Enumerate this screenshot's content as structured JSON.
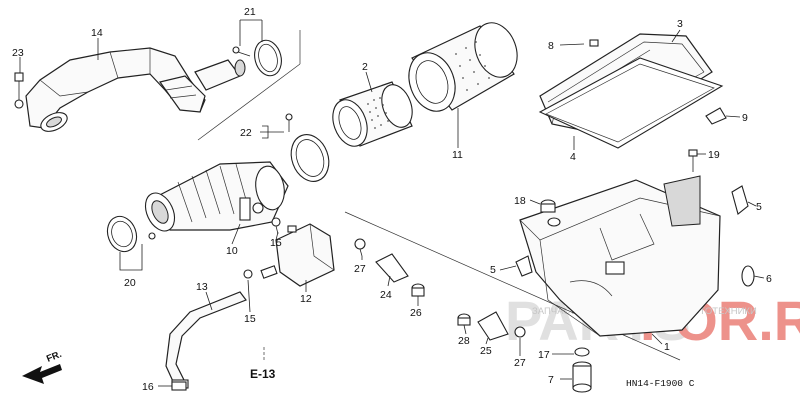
{
  "colors": {
    "ink": "#111111",
    "watermark_red": "#e03a2e",
    "watermark_gray": "#c8c8c8"
  },
  "callouts": [
    {
      "id": "p2",
      "label": "2"
    },
    {
      "id": "p3",
      "label": "3"
    },
    {
      "id": "p4",
      "label": "4"
    },
    {
      "id": "p5a",
      "label": "5"
    },
    {
      "id": "p5b",
      "label": "5"
    },
    {
      "id": "p6",
      "label": "6"
    },
    {
      "id": "p7",
      "label": "7"
    },
    {
      "id": "p8",
      "label": "8"
    },
    {
      "id": "p9",
      "label": "9"
    },
    {
      "id": "p10",
      "label": "10"
    },
    {
      "id": "p11",
      "label": "11"
    },
    {
      "id": "p12",
      "label": "12"
    },
    {
      "id": "p13",
      "label": "13"
    },
    {
      "id": "p14",
      "label": "14"
    },
    {
      "id": "p15a",
      "label": "15"
    },
    {
      "id": "p15b",
      "label": "15"
    },
    {
      "id": "p16",
      "label": "16"
    },
    {
      "id": "p17",
      "label": "17"
    },
    {
      "id": "p18",
      "label": "18"
    },
    {
      "id": "p19",
      "label": "19"
    },
    {
      "id": "p20",
      "label": "20"
    },
    {
      "id": "p21",
      "label": "21"
    },
    {
      "id": "p22",
      "label": "22"
    },
    {
      "id": "p23",
      "label": "23"
    },
    {
      "id": "p24",
      "label": "24"
    },
    {
      "id": "p25",
      "label": "25"
    },
    {
      "id": "p26",
      "label": "26"
    },
    {
      "id": "p27a",
      "label": "27"
    },
    {
      "id": "p27b",
      "label": "27"
    },
    {
      "id": "p28",
      "label": "28"
    },
    {
      "id": "p1",
      "label": "1"
    }
  ],
  "reference": "E-13",
  "front_arrow": "FR.",
  "diagram_code": "HN14-F1900 C",
  "watermark": {
    "tagline": "ЗАПЧАСТИ И АКСЕССУАРЫ ДЛЯ МОТОТЕХНИКИ",
    "brand_left": "PARTS",
    "brand_right": "FOR.RU"
  }
}
